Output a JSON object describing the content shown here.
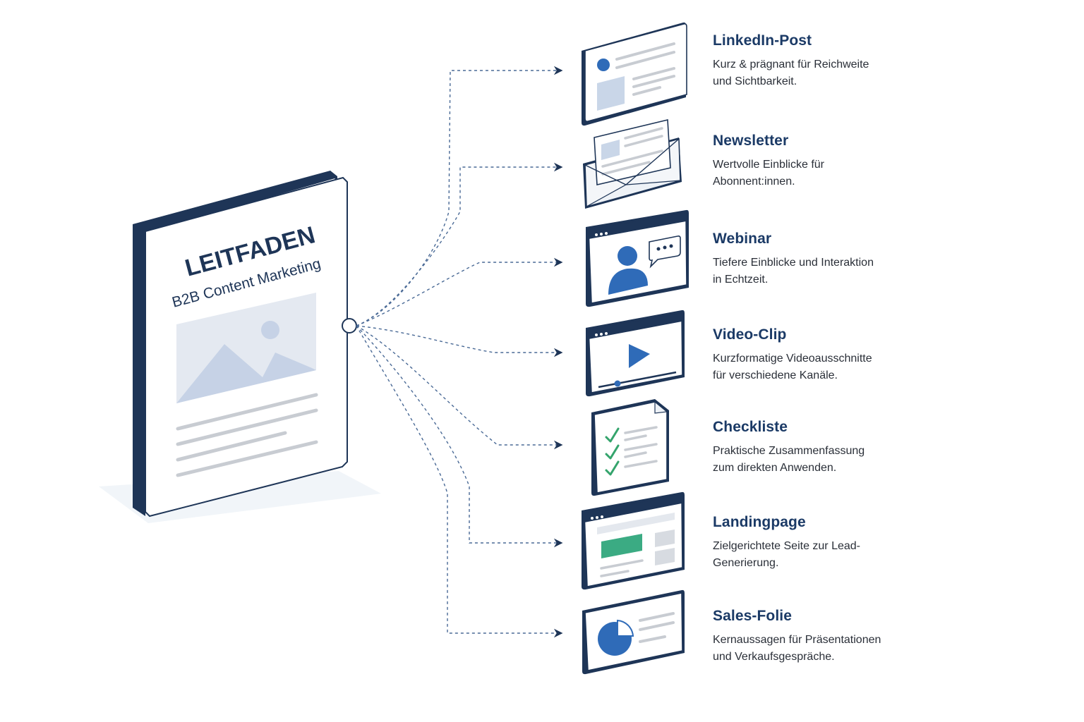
{
  "guide": {
    "title": "LEITFADEN",
    "subtitle": "B2B Content Marketing"
  },
  "colors": {
    "navy": "#1e3557",
    "blue": "#2f6bb8",
    "light_blue": "#c9d6e8",
    "grey": "#c8ccd2",
    "green": "#34a46c",
    "connector": "#4a6a96"
  },
  "outputs": [
    {
      "icon": "linkedin-post-icon",
      "title": "LinkedIn-Post",
      "desc1": "Kurz & prägnant für Reichweite",
      "desc2": "und Sichtbarkeit."
    },
    {
      "icon": "newsletter-envelope-icon",
      "title": "Newsletter",
      "desc1": "Wertvolle Einblicke für",
      "desc2": "Abonnent:innen."
    },
    {
      "icon": "webinar-icon",
      "title": "Webinar",
      "desc1": "Tiefere Einblicke und Interaktion",
      "desc2": "in Echtzeit."
    },
    {
      "icon": "video-play-icon",
      "title": "Video-Clip",
      "desc1": "Kurzformatige Videoausschnitte",
      "desc2": "für verschiedene Kanäle."
    },
    {
      "icon": "checklist-icon",
      "title": "Checkliste",
      "desc1": "Praktische Zusammenfassung",
      "desc2": "zum direkten Anwenden."
    },
    {
      "icon": "landingpage-icon",
      "title": "Landingpage",
      "desc1": "Zielgerichtete Seite zur Lead-",
      "desc2": "Generierung."
    },
    {
      "icon": "sales-slide-pie-icon",
      "title": "Sales-Folie",
      "desc1": "Kernaussagen für Präsentationen",
      "desc2": "und Verkaufsgespräche."
    }
  ]
}
